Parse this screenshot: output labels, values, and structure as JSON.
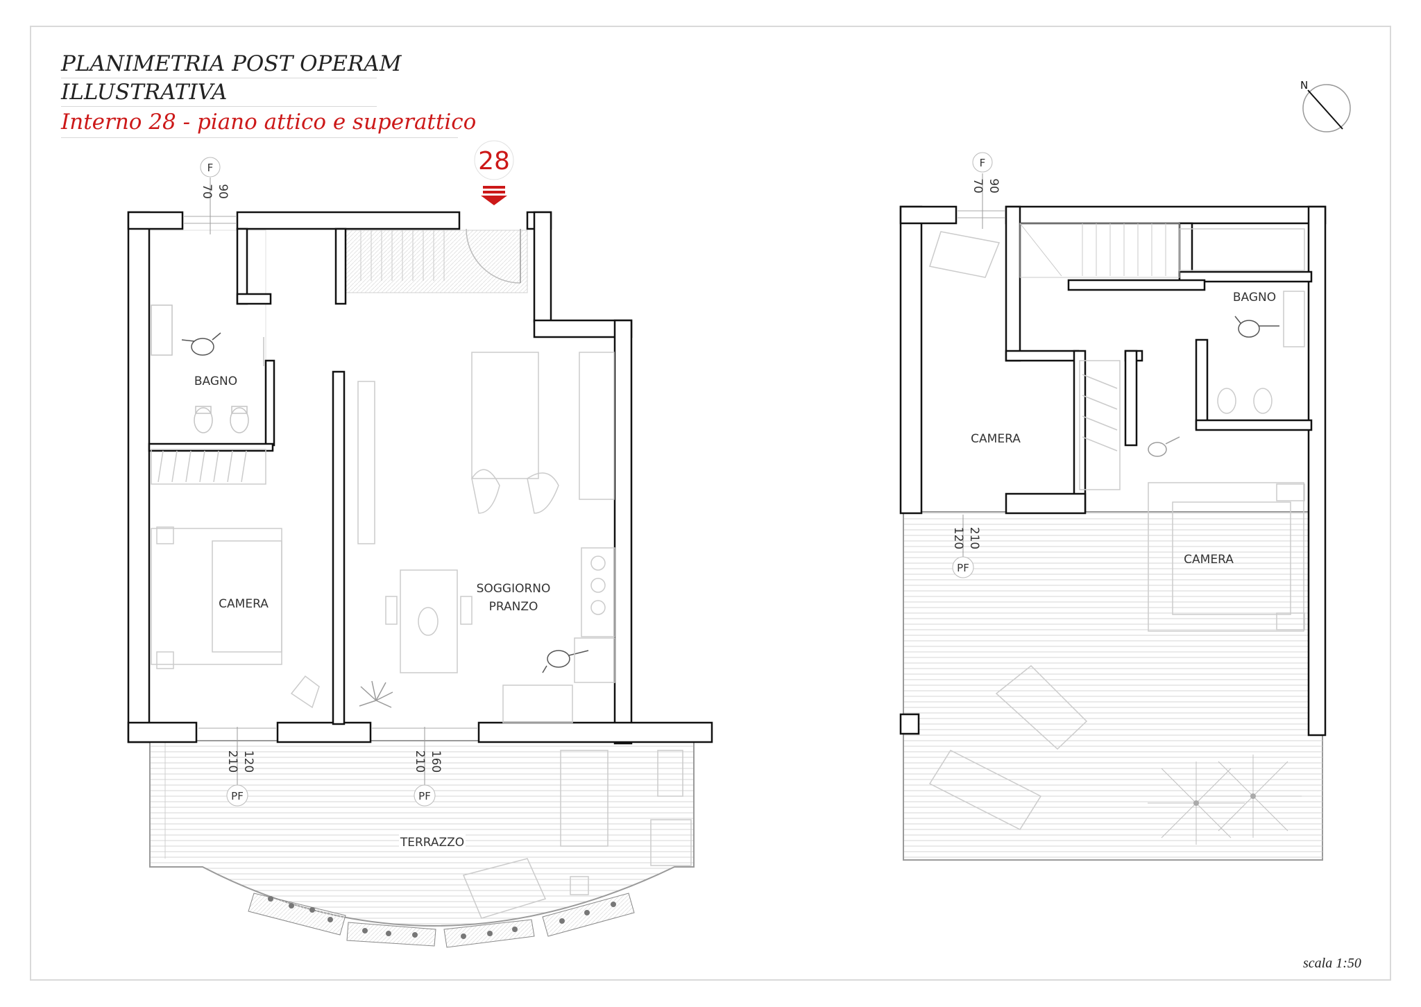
{
  "header": {
    "title_line_1": "PLANIMETRIA POST OPERAM",
    "title_line_2": "ILLUSTRATIVA",
    "subtitle": "Interno 28 - piano attico e superattico"
  },
  "entrance": {
    "unit_number": "28"
  },
  "compass": {
    "north_label": "N"
  },
  "scale_note": "scala 1:50",
  "colors": {
    "wall_fill": "#ffffff",
    "wall_stroke": "#111111",
    "accent": "#cc1818",
    "furniture": "#c8c8c8"
  },
  "plan_attico": {
    "rooms": {
      "bagno": "BAGNO",
      "camera": "CAMERA",
      "soggiorno_1": "SOGGIORNO",
      "soggiorno_2": "PRANZO",
      "terrazzo": "TERRAZZO"
    },
    "window_top": {
      "tag": "F",
      "dim_1": "70",
      "dim_2": "90"
    },
    "door_camera": {
      "tag": "PF",
      "dim_1": "120",
      "dim_2": "210"
    },
    "door_soggiorno": {
      "tag": "PF",
      "dim_1": "160",
      "dim_2": "210"
    }
  },
  "plan_superattico": {
    "rooms": {
      "bagno": "BAGNO",
      "camera_1": "CAMERA",
      "camera_2": "CAMERA"
    },
    "window_top": {
      "tag": "F",
      "dim_1": "70",
      "dim_2": "90"
    },
    "door_terrace": {
      "tag": "PF",
      "dim_1": "120",
      "dim_2": "210"
    }
  }
}
